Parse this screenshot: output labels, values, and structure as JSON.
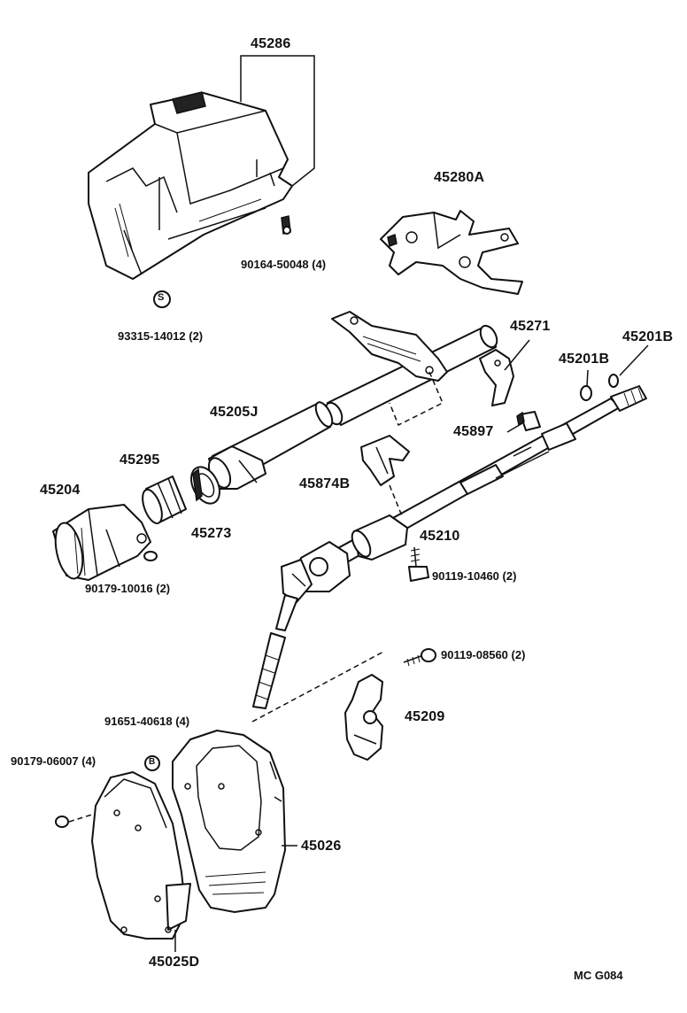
{
  "labels": {
    "p45286": "45286",
    "p45280A": "45280A",
    "p90164": "90164-50048 (4)",
    "p93315": "93315-14012 (2)",
    "p45271": "45271",
    "p45201B_a": "45201B",
    "p45201B_b": "45201B",
    "p45205J": "45205J",
    "p45897": "45897",
    "p45295": "45295",
    "p45204": "45204",
    "p45874B": "45874B",
    "p45273": "45273",
    "p45210": "45210",
    "p90179_10016": "90179-10016 (2)",
    "p90119_10460": "90119-10460 (2)",
    "p90119_08560": "90119-08560 (2)",
    "p91651": "91651-40618 (4)",
    "p45209": "45209",
    "p90179_06007": "90179-06007 (4)",
    "p45026": "45026",
    "p45025D": "45025D",
    "drawing_code": "MC  G084"
  },
  "markers": {
    "s": "S",
    "b": "B"
  }
}
